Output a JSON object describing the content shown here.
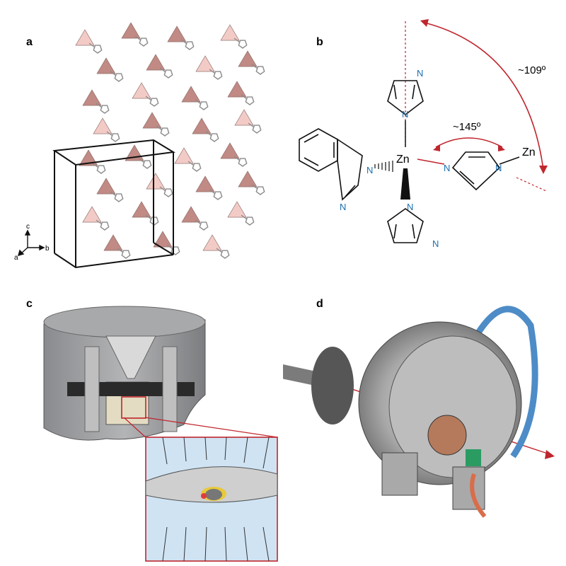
{
  "panel_labels": {
    "a": "a",
    "b": "b",
    "c": "c",
    "d": "d"
  },
  "panel_a": {
    "axes": {
      "c": "c",
      "b": "b",
      "a": "a"
    }
  },
  "panel_b": {
    "metal_center": "Zn",
    "bridging_metal": "Zn",
    "angle_bridge": "~145º",
    "angle_tetra": "~109º",
    "nitrogen": "N"
  },
  "colors": {
    "accent_red": "#c0262d",
    "nitrogen_blue": "#1a6faf",
    "tetra_dark": "#b7766f",
    "tetra_light": "#f1c2bd",
    "inset_bg": "#cfe3f3"
  }
}
